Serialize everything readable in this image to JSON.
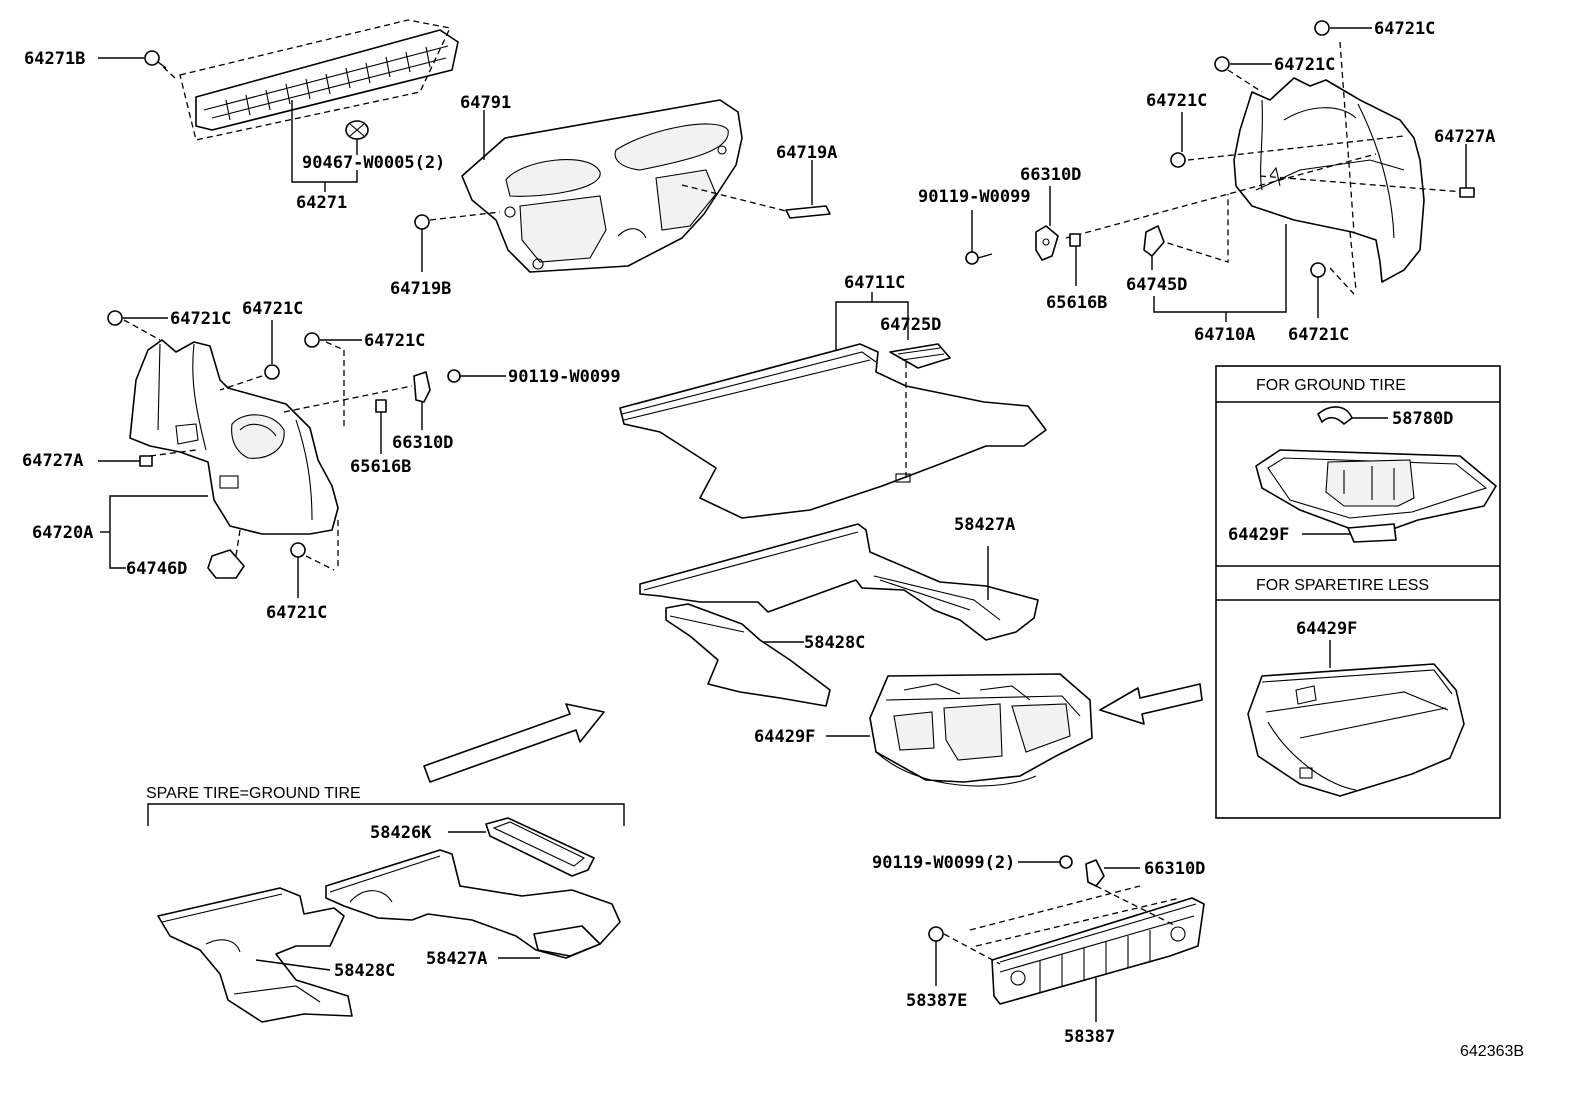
{
  "callouts": {
    "c64271B": "64271B",
    "c90467": "90467-W0005(2)",
    "c64271": "64271",
    "c64791": "64791",
    "c64719A": "64719A",
    "c64719B": "64719B",
    "c64721C_tr1": "64721C",
    "c64721C_tr2": "64721C",
    "c64721C_tr3": "64721C",
    "c64727A_r": "64727A",
    "c66310D_tr": "66310D",
    "c90119_tr": "90119-W0099",
    "c65616B_tr": "65616B",
    "c64745D": "64745D",
    "c64710A": "64710A",
    "c64721C_tr4": "64721C",
    "c64721C_l1": "64721C",
    "c64721C_l2": "64721C",
    "c64721C_l3": "64721C",
    "c90119_l": "90119-W0099",
    "c66310D_l": "66310D",
    "c65616B_l": "65616B",
    "c64727A_l": "64727A",
    "c64720A": "64720A",
    "c64746D": "64746D",
    "c64721C_l4": "64721C",
    "c64711C": "64711C",
    "c64725D": "64725D",
    "c58427A_c": "58427A",
    "c58428C_c": "58428C",
    "c64429F_c": "64429F",
    "c58780D": "58780D",
    "c64429F_b1": "64429F",
    "c64429F_b2": "64429F",
    "c58426K": "58426K",
    "c58428C_b": "58428C",
    "c58427A_b": "58427A",
    "c90119_b": "90119-W0099(2)",
    "c66310D_b": "66310D",
    "c58387E": "58387E",
    "c58387": "58387"
  },
  "panels": {
    "ground_tire": "FOR GROUND TIRE",
    "sparetire_less": "FOR SPARETIRE   LESS",
    "spare_eq_ground": "SPARE TIRE=GROUND TIRE"
  },
  "figure_id": "642363B"
}
